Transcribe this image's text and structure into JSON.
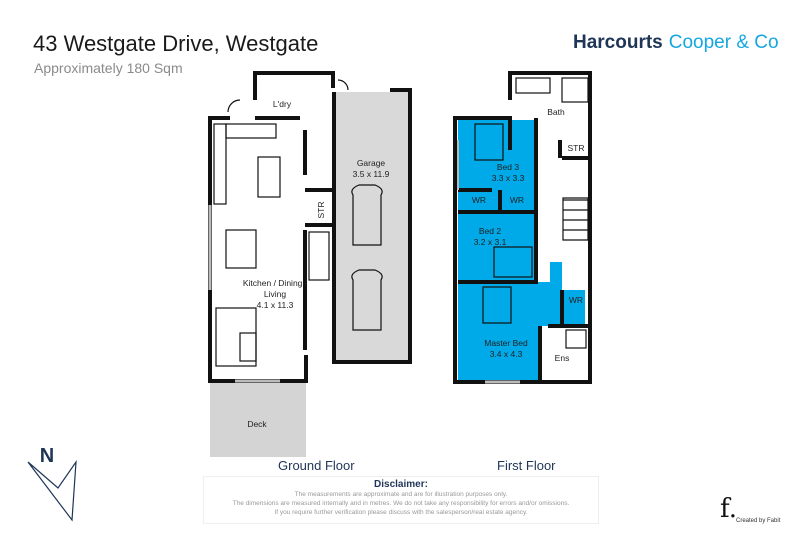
{
  "header": {
    "title": "43 Westgate Drive, Westgate",
    "subtitle": "Approximately 180 Sqm"
  },
  "brand": {
    "name": "Harcourts",
    "office": "Cooper & Co",
    "navy": "#1f3557",
    "cyan": "#16a6e0"
  },
  "ground_floor": {
    "label": "Ground Floor",
    "rooms": {
      "laundry": "L'dry",
      "garage_name": "Garage",
      "garage_dims": "3.5 x 11.9",
      "store": "STR",
      "kitchen_line1": "Kitchen / Dining /",
      "kitchen_line2": "Living",
      "kitchen_dims": "4.1 x 11.3",
      "deck": "Deck"
    }
  },
  "first_floor": {
    "label": "First Floor",
    "bedroom_color": "#00a9e8",
    "rooms": {
      "bath": "Bath",
      "store": "STR",
      "bed3_name": "Bed 3",
      "bed3_dims": "3.3 x 3.3",
      "wr1": "WR",
      "wr2": "WR",
      "bed2_name": "Bed 2",
      "bed2_dims": "3.2 x 3.1",
      "wr3": "WR",
      "master_name": "Master Bed",
      "master_dims": "3.4 x 4.3",
      "ensuite": "Ens"
    }
  },
  "compass": {
    "label": "N"
  },
  "disclaimer": {
    "heading": "Disclaimer:",
    "line1": "The measurements are approximate and are for illustration purposes only.",
    "line2": "The dimensions are measured internally and in metres. We do not take any responsibility for errors and/or omissions.",
    "line3": "If you require further verification please discuss with the salesperson/real estate agency."
  },
  "credit": {
    "logo": "f.",
    "caption": "Created by Fabit"
  }
}
